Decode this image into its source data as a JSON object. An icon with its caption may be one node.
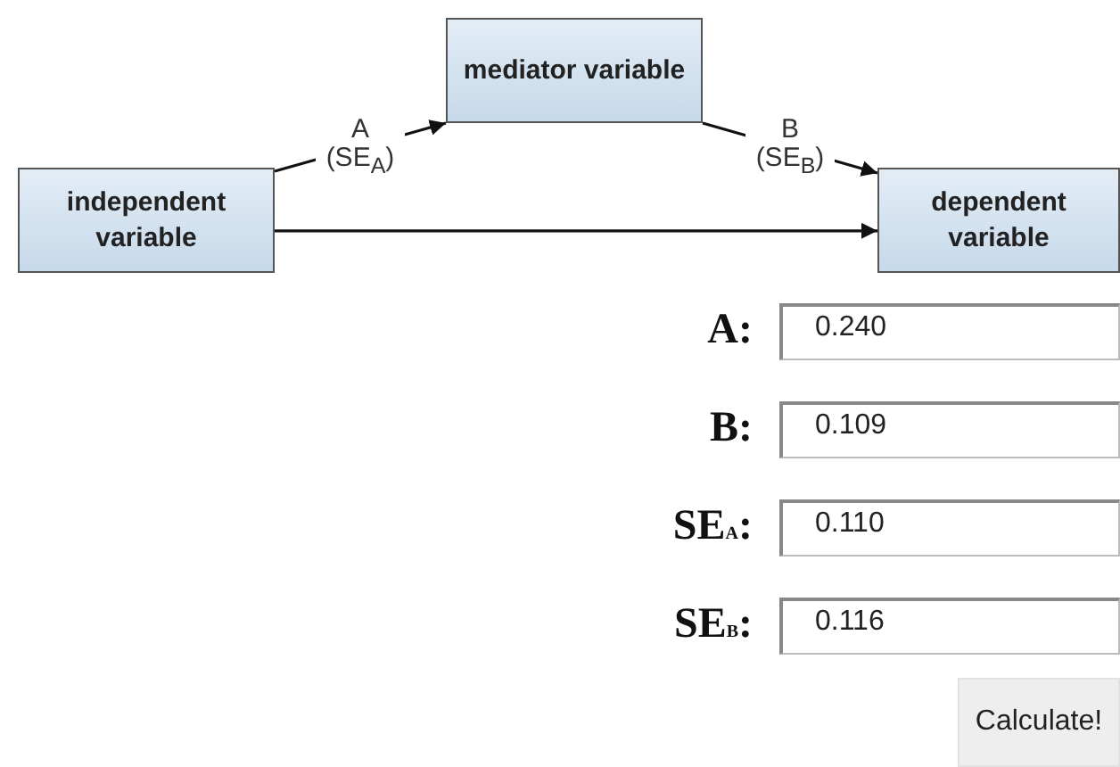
{
  "diagram": {
    "nodes": [
      {
        "text": [
          "independent variable"
        ]
      },
      {
        "text": [
          "mediator variable"
        ]
      },
      {
        "text": [
          "dependent variable"
        ]
      }
    ],
    "edges": [
      {
        "from": 0,
        "to": 1,
        "arrow": "to",
        "label": "A (SE$_{A}$)"
      },
      {
        "from": 1,
        "to": 2,
        "arrow": "to",
        "label": "B (SE$_{B}$)"
      },
      {
        "from": 0,
        "to": 2,
        "arrow": "to"
      }
    ],
    "labels": [
      "A:",
      "0.240",
      "B:",
      "0.109",
      "SE$_{A}$:",
      "0.110",
      "SE$_{B}$:",
      "0.116",
      "Calculate!"
    ]
  }
}
